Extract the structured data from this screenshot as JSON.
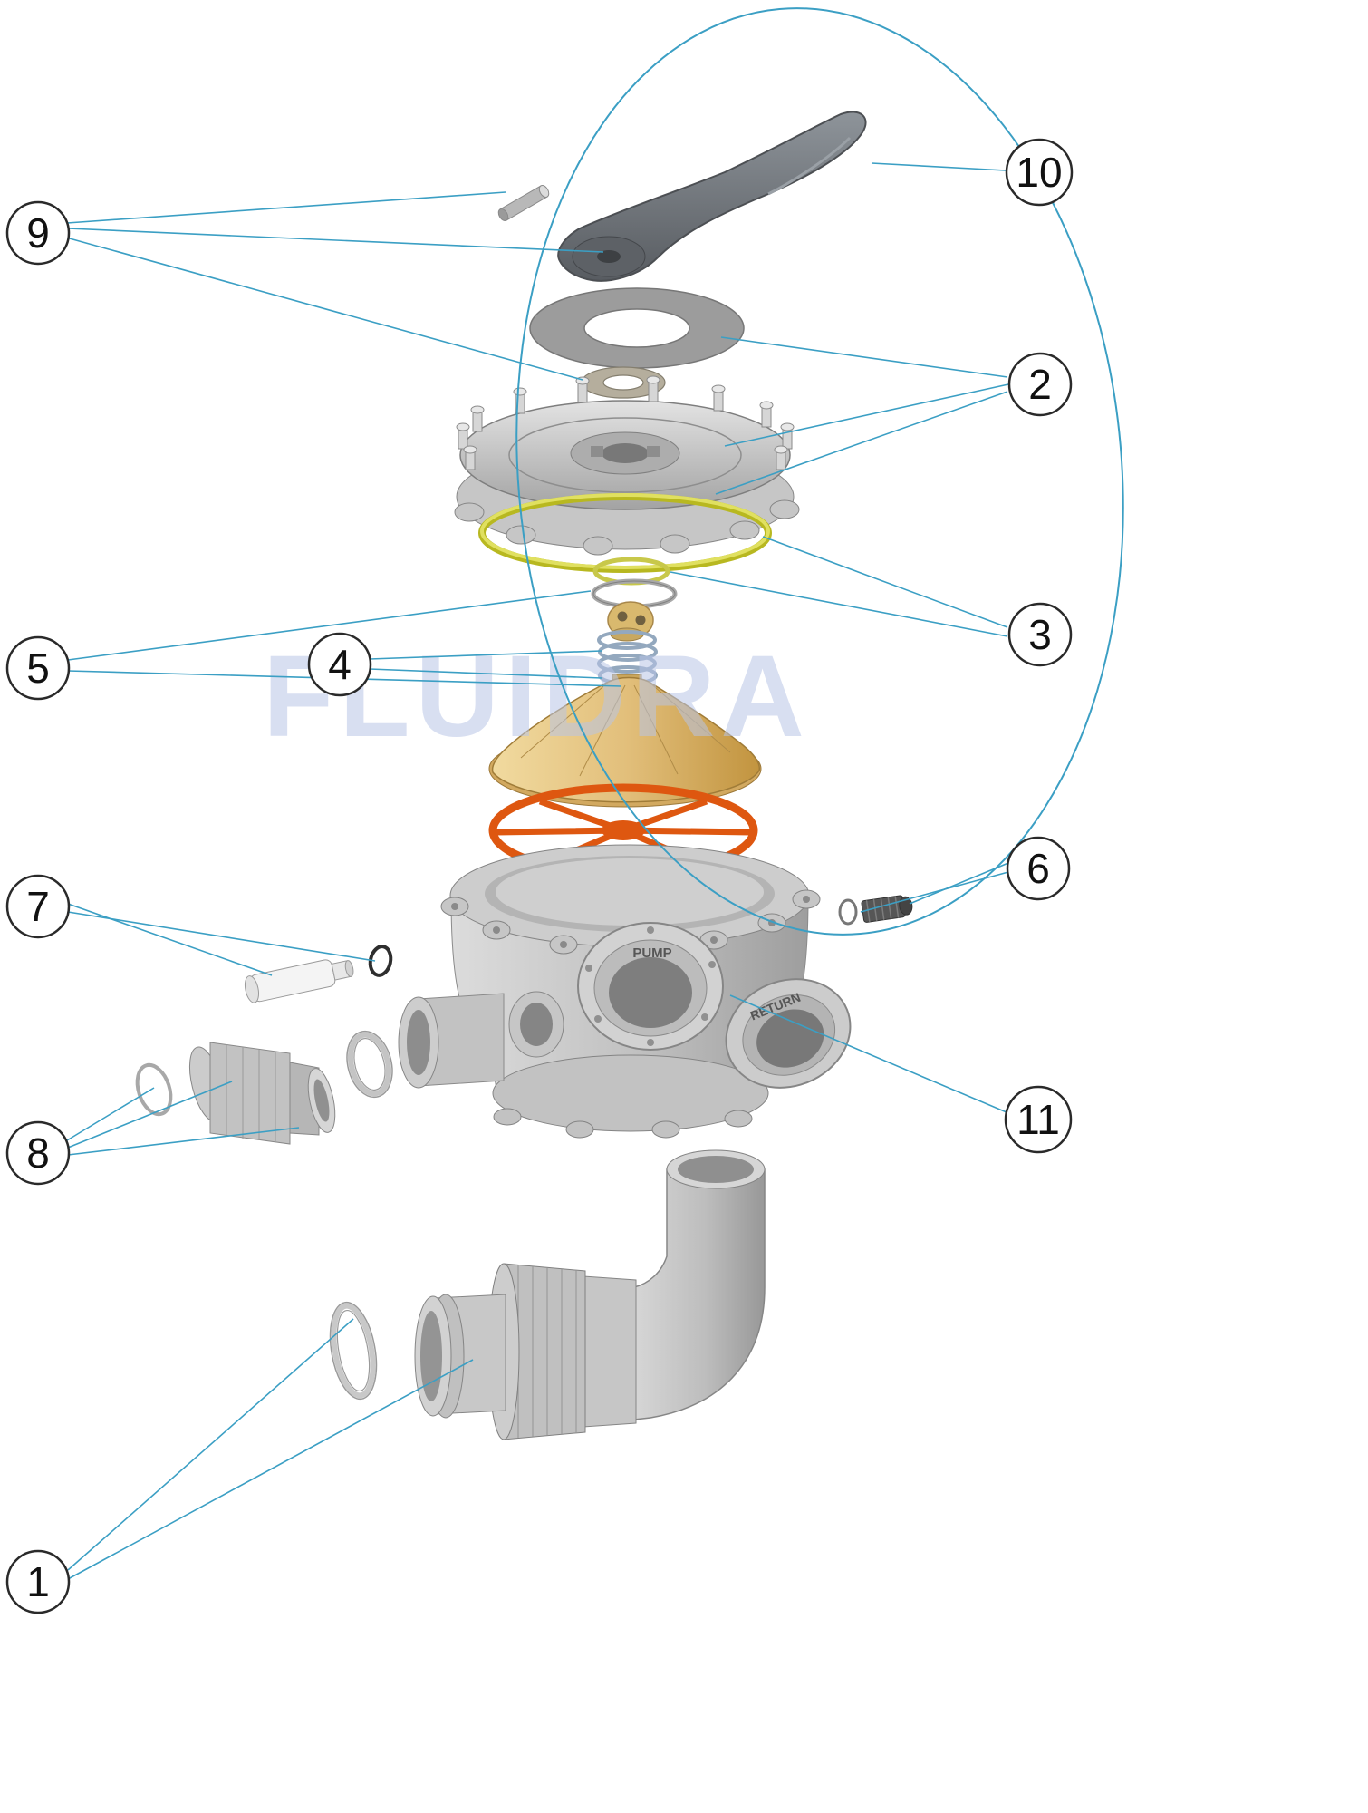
{
  "diagram": {
    "watermark": "FLUIDRA",
    "part_labels": {
      "pump": "PUMP",
      "return": "RETURN"
    },
    "callouts": [
      {
        "label": "1"
      },
      {
        "label": "2"
      },
      {
        "label": "3"
      },
      {
        "label": "4"
      },
      {
        "label": "5"
      },
      {
        "label": "6"
      },
      {
        "label": "7"
      },
      {
        "label": "8"
      },
      {
        "label": "9"
      },
      {
        "label": "10"
      },
      {
        "label": "11"
      }
    ]
  },
  "colors": {
    "leader_line": "#3b9fc4",
    "callout_outline": "#2a2a2a",
    "gasket_orange": "#e0560e",
    "oring_yellow": "#d6d645",
    "cone_tan": "#e2bf7b",
    "spring_blue": "#4f86c8",
    "watermark_blue": "#b9c5e6",
    "part_gray": "#c8c8c8",
    "handle_gray": "#74797f"
  }
}
